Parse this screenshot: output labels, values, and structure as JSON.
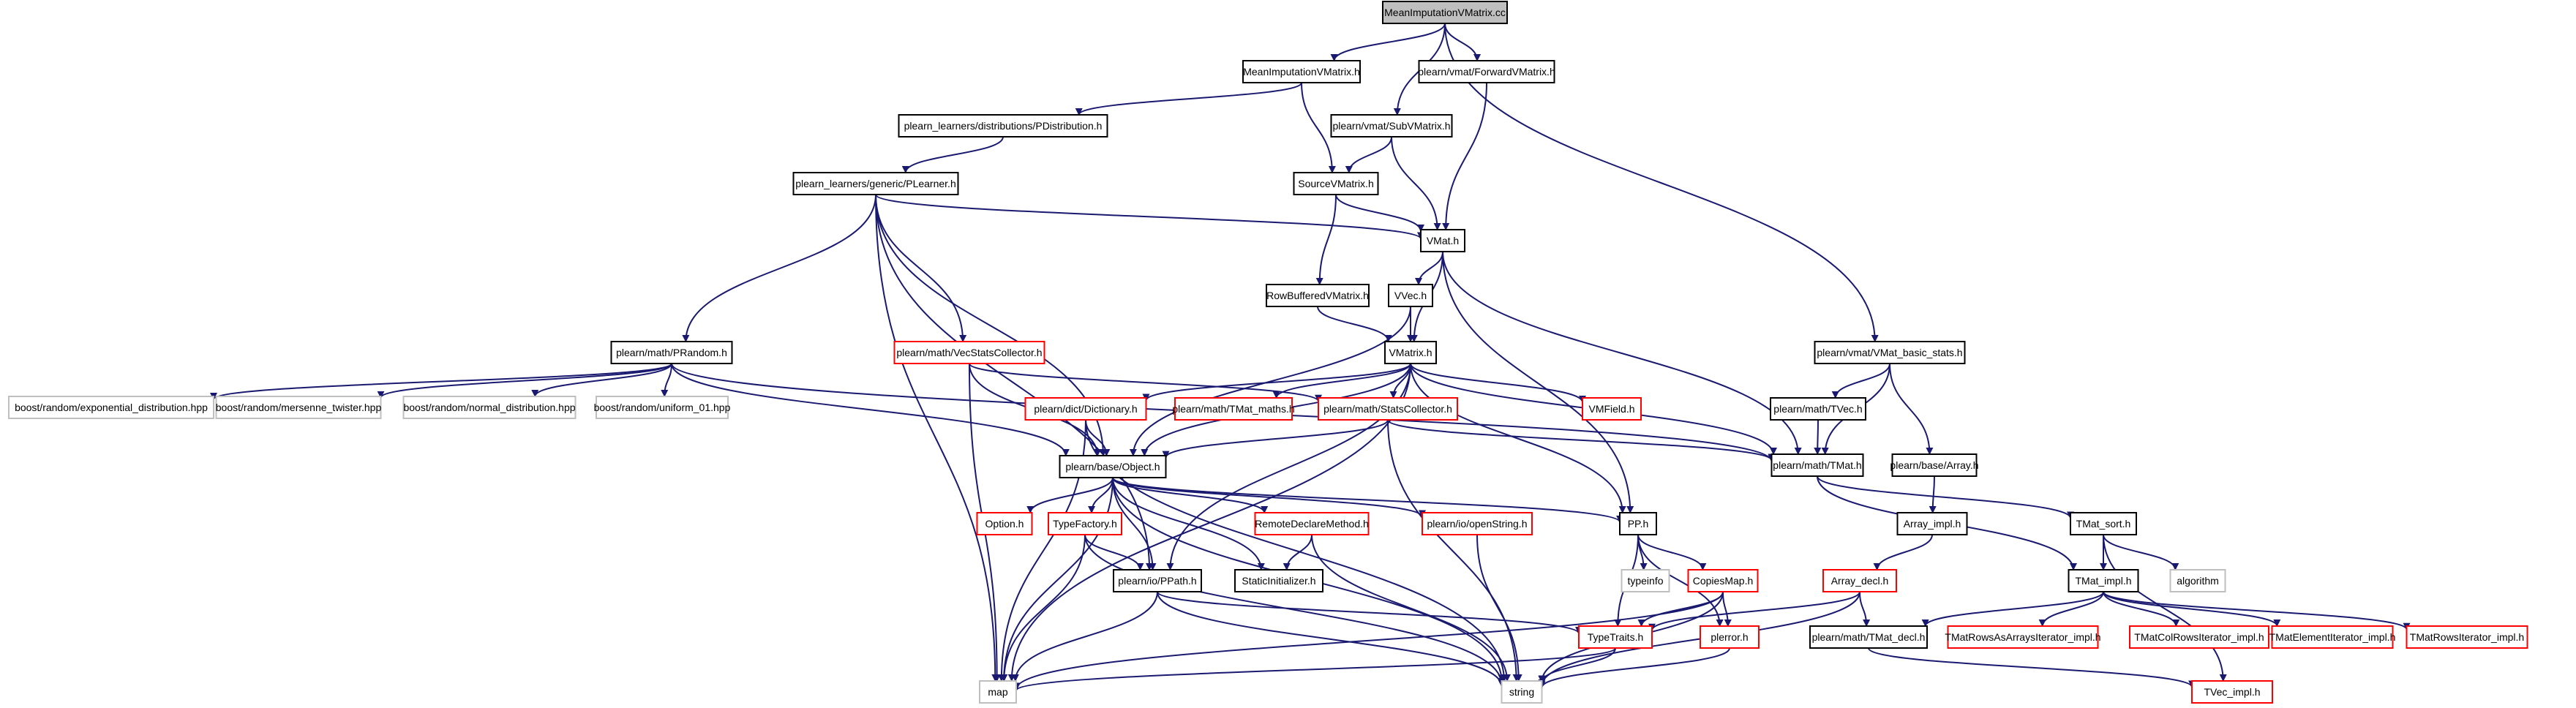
{
  "graph": {
    "nodes": [
      {
        "id": "n0",
        "label": "MeanImputationVMatrix.cc",
        "style": "root"
      },
      {
        "id": "n1",
        "label": "MeanImputationVMatrix.h",
        "style": "normal"
      },
      {
        "id": "n2",
        "label": "plearn/vmat/SubVMatrix.h",
        "style": "normal"
      },
      {
        "id": "n3",
        "label": "plearn/vmat/ForwardVMatrix.h",
        "style": "normal"
      },
      {
        "id": "n4",
        "label": "plearn/vmat/VMat_basic_stats.h",
        "style": "normal"
      },
      {
        "id": "n5",
        "label": "plearn_learners/distributions/PDistribution.h",
        "style": "normal"
      },
      {
        "id": "n6",
        "label": "SourceVMatrix.h",
        "style": "normal"
      },
      {
        "id": "n7",
        "label": "plearn_learners/generic/PLearner.h",
        "style": "normal"
      },
      {
        "id": "n8",
        "label": "VMat.h",
        "style": "normal"
      },
      {
        "id": "n9",
        "label": "VVec.h",
        "style": "normal"
      },
      {
        "id": "n10",
        "label": "RowBufferedVMatrix.h",
        "style": "normal"
      },
      {
        "id": "n11",
        "label": "VMatrix.h",
        "style": "normal"
      },
      {
        "id": "n12",
        "label": "plearn/math/PRandom.h",
        "style": "normal"
      },
      {
        "id": "n13",
        "label": "plearn/math/VecStatsCollector.h",
        "style": "missing"
      },
      {
        "id": "n14",
        "label": "boost/random/exponential_distribution.hpp",
        "style": "external"
      },
      {
        "id": "n15",
        "label": "boost/random/mersenne_twister.hpp",
        "style": "external"
      },
      {
        "id": "n16",
        "label": "boost/random/normal_distribution.hpp",
        "style": "external"
      },
      {
        "id": "n17",
        "label": "boost/random/uniform_01.hpp",
        "style": "external"
      },
      {
        "id": "n18",
        "label": "plearn/dict/Dictionary.h",
        "style": "missing"
      },
      {
        "id": "n19",
        "label": "plearn/math/TMat_maths.h",
        "style": "missing"
      },
      {
        "id": "n20",
        "label": "plearn/math/StatsCollector.h",
        "style": "missing"
      },
      {
        "id": "n21",
        "label": "VMField.h",
        "style": "missing"
      },
      {
        "id": "n22",
        "label": "plearn/math/TVec.h",
        "style": "normal"
      },
      {
        "id": "n23",
        "label": "plearn/math/TMat.h",
        "style": "normal"
      },
      {
        "id": "n24",
        "label": "plearn/base/Array.h",
        "style": "normal"
      },
      {
        "id": "n25",
        "label": "plearn/base/Object.h",
        "style": "normal"
      },
      {
        "id": "n26",
        "label": "Array_impl.h",
        "style": "normal"
      },
      {
        "id": "n27",
        "label": "TMat_sort.h",
        "style": "normal"
      },
      {
        "id": "n28",
        "label": "Option.h",
        "style": "missing"
      },
      {
        "id": "n29",
        "label": "TypeFactory.h",
        "style": "missing"
      },
      {
        "id": "n30",
        "label": "RemoteDeclareMethod.h",
        "style": "missing"
      },
      {
        "id": "n31",
        "label": "plearn/io/openString.h",
        "style": "missing"
      },
      {
        "id": "n32",
        "label": "PP.h",
        "style": "normal"
      },
      {
        "id": "n33",
        "label": "plearn/io/PPath.h",
        "style": "normal"
      },
      {
        "id": "n34",
        "label": "StaticInitializer.h",
        "style": "normal"
      },
      {
        "id": "n35",
        "label": "typeinfo",
        "style": "external"
      },
      {
        "id": "n36",
        "label": "CopiesMap.h",
        "style": "missing"
      },
      {
        "id": "n37",
        "label": "Array_decl.h",
        "style": "missing"
      },
      {
        "id": "n38",
        "label": "TMat_impl.h",
        "style": "normal"
      },
      {
        "id": "n39",
        "label": "algorithm",
        "style": "external"
      },
      {
        "id": "n40",
        "label": "TypeTraits.h",
        "style": "missing"
      },
      {
        "id": "n41",
        "label": "plerror.h",
        "style": "missing"
      },
      {
        "id": "n42",
        "label": "plearn/math/TMat_decl.h",
        "style": "normal"
      },
      {
        "id": "n43",
        "label": "TMatRowsAsArraysIterator_impl.h",
        "style": "missing"
      },
      {
        "id": "n44",
        "label": "TMatColRowsIterator_impl.h",
        "style": "missing"
      },
      {
        "id": "n45",
        "label": "TMatElementIterator_impl.h",
        "style": "missing"
      },
      {
        "id": "n46",
        "label": "TMatRowsIterator_impl.h",
        "style": "missing"
      },
      {
        "id": "n47",
        "label": "map",
        "style": "external"
      },
      {
        "id": "n48",
        "label": "string",
        "style": "external"
      },
      {
        "id": "n49",
        "label": "TVec_impl.h",
        "style": "missing"
      }
    ],
    "edges": [
      [
        "n0",
        "n1"
      ],
      [
        "n0",
        "n2"
      ],
      [
        "n0",
        "n3"
      ],
      [
        "n0",
        "n4"
      ],
      [
        "n1",
        "n5"
      ],
      [
        "n1",
        "n6"
      ],
      [
        "n2",
        "n6"
      ],
      [
        "n2",
        "n8"
      ],
      [
        "n3",
        "n8"
      ],
      [
        "n4",
        "n22"
      ],
      [
        "n4",
        "n23"
      ],
      [
        "n4",
        "n24"
      ],
      [
        "n5",
        "n7"
      ],
      [
        "n6",
        "n8"
      ],
      [
        "n6",
        "n10"
      ],
      [
        "n7",
        "n8"
      ],
      [
        "n7",
        "n12"
      ],
      [
        "n7",
        "n13"
      ],
      [
        "n7",
        "n25"
      ],
      [
        "n7",
        "n33"
      ],
      [
        "n7",
        "n47"
      ],
      [
        "n8",
        "n9"
      ],
      [
        "n8",
        "n11"
      ],
      [
        "n8",
        "n32"
      ],
      [
        "n8",
        "n23"
      ],
      [
        "n9",
        "n11"
      ],
      [
        "n9",
        "n25"
      ],
      [
        "n10",
        "n11"
      ],
      [
        "n11",
        "n18"
      ],
      [
        "n11",
        "n19"
      ],
      [
        "n11",
        "n20"
      ],
      [
        "n11",
        "n21"
      ],
      [
        "n11",
        "n23"
      ],
      [
        "n11",
        "n25"
      ],
      [
        "n11",
        "n32"
      ],
      [
        "n11",
        "n33"
      ],
      [
        "n11",
        "n47"
      ],
      [
        "n12",
        "n14"
      ],
      [
        "n12",
        "n15"
      ],
      [
        "n12",
        "n16"
      ],
      [
        "n12",
        "n17"
      ],
      [
        "n12",
        "n23"
      ],
      [
        "n12",
        "n25"
      ],
      [
        "n13",
        "n20"
      ],
      [
        "n13",
        "n25"
      ],
      [
        "n13",
        "n47"
      ],
      [
        "n18",
        "n25"
      ],
      [
        "n18",
        "n47"
      ],
      [
        "n18",
        "n48"
      ],
      [
        "n20",
        "n23"
      ],
      [
        "n20",
        "n25"
      ],
      [
        "n20",
        "n48"
      ],
      [
        "n22",
        "n23"
      ],
      [
        "n23",
        "n27"
      ],
      [
        "n23",
        "n38"
      ],
      [
        "n24",
        "n26"
      ],
      [
        "n25",
        "n28"
      ],
      [
        "n25",
        "n29"
      ],
      [
        "n25",
        "n30"
      ],
      [
        "n25",
        "n31"
      ],
      [
        "n25",
        "n32"
      ],
      [
        "n25",
        "n33"
      ],
      [
        "n25",
        "n34"
      ],
      [
        "n25",
        "n47"
      ],
      [
        "n25",
        "n48"
      ],
      [
        "n26",
        "n37"
      ],
      [
        "n27",
        "n38"
      ],
      [
        "n27",
        "n39"
      ],
      [
        "n27",
        "n49"
      ],
      [
        "n29",
        "n33"
      ],
      [
        "n29",
        "n47"
      ],
      [
        "n29",
        "n48"
      ],
      [
        "n30",
        "n34"
      ],
      [
        "n30",
        "n48"
      ],
      [
        "n31",
        "n48"
      ],
      [
        "n32",
        "n35"
      ],
      [
        "n32",
        "n36"
      ],
      [
        "n32",
        "n40"
      ],
      [
        "n32",
        "n41"
      ],
      [
        "n33",
        "n40"
      ],
      [
        "n33",
        "n47"
      ],
      [
        "n33",
        "n48"
      ],
      [
        "n36",
        "n40"
      ],
      [
        "n36",
        "n41"
      ],
      [
        "n36",
        "n47"
      ],
      [
        "n36",
        "n48"
      ],
      [
        "n37",
        "n40"
      ],
      [
        "n37",
        "n42"
      ],
      [
        "n37",
        "n48"
      ],
      [
        "n38",
        "n42"
      ],
      [
        "n38",
        "n43"
      ],
      [
        "n38",
        "n44"
      ],
      [
        "n38",
        "n45"
      ],
      [
        "n38",
        "n46"
      ],
      [
        "n40",
        "n47"
      ],
      [
        "n40",
        "n48"
      ],
      [
        "n41",
        "n48"
      ],
      [
        "n42",
        "n49"
      ]
    ]
  },
  "colors": {
    "edge": "#191970",
    "normal_border": "#000000",
    "missing_border": "#ff0000",
    "external_border": "#bfbfbf",
    "root_fill": "#bfbfbf",
    "text": "#000000"
  }
}
